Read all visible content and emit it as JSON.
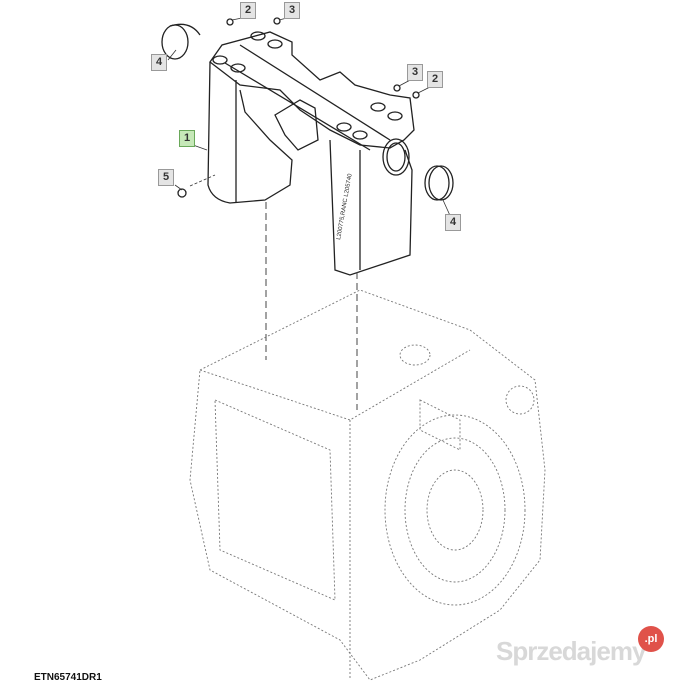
{
  "callouts": {
    "part_1": "1",
    "part_2_left": "2",
    "part_2_right": "2",
    "part_3_left": "3",
    "part_3_right": "3",
    "part_4_left": "4",
    "part_4_right": "4",
    "part_5": "5"
  },
  "casting_text": "L200775,RANC L205740",
  "figure_id": "ETN65741DR1",
  "watermark": {
    "text": "Sprzedajemy",
    "badge": ".pl"
  },
  "colors": {
    "selected_callout": "#c6e8b8",
    "callout": "#e4e4e4",
    "badge": "#e0524a"
  }
}
